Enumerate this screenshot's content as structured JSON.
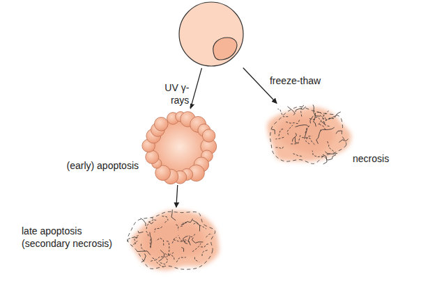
{
  "diagram": {
    "nodes": [
      {
        "text": []
      },
      {
        "text": [
          "(early) apoptosis"
        ]
      },
      {
        "text": [
          "necrosis"
        ]
      },
      {
        "text": [
          "late apoptosis (secondary necrosis)"
        ]
      }
    ],
    "edges": [
      {
        "from": 0,
        "to": 1,
        "arrow": "to",
        "label": "UV γ-rays"
      },
      {
        "from": 0,
        "to": 2,
        "arrow": "to",
        "label": "freeze-thaw"
      },
      {
        "from": 1,
        "to": 3,
        "arrow": "to"
      }
    ]
  }
}
